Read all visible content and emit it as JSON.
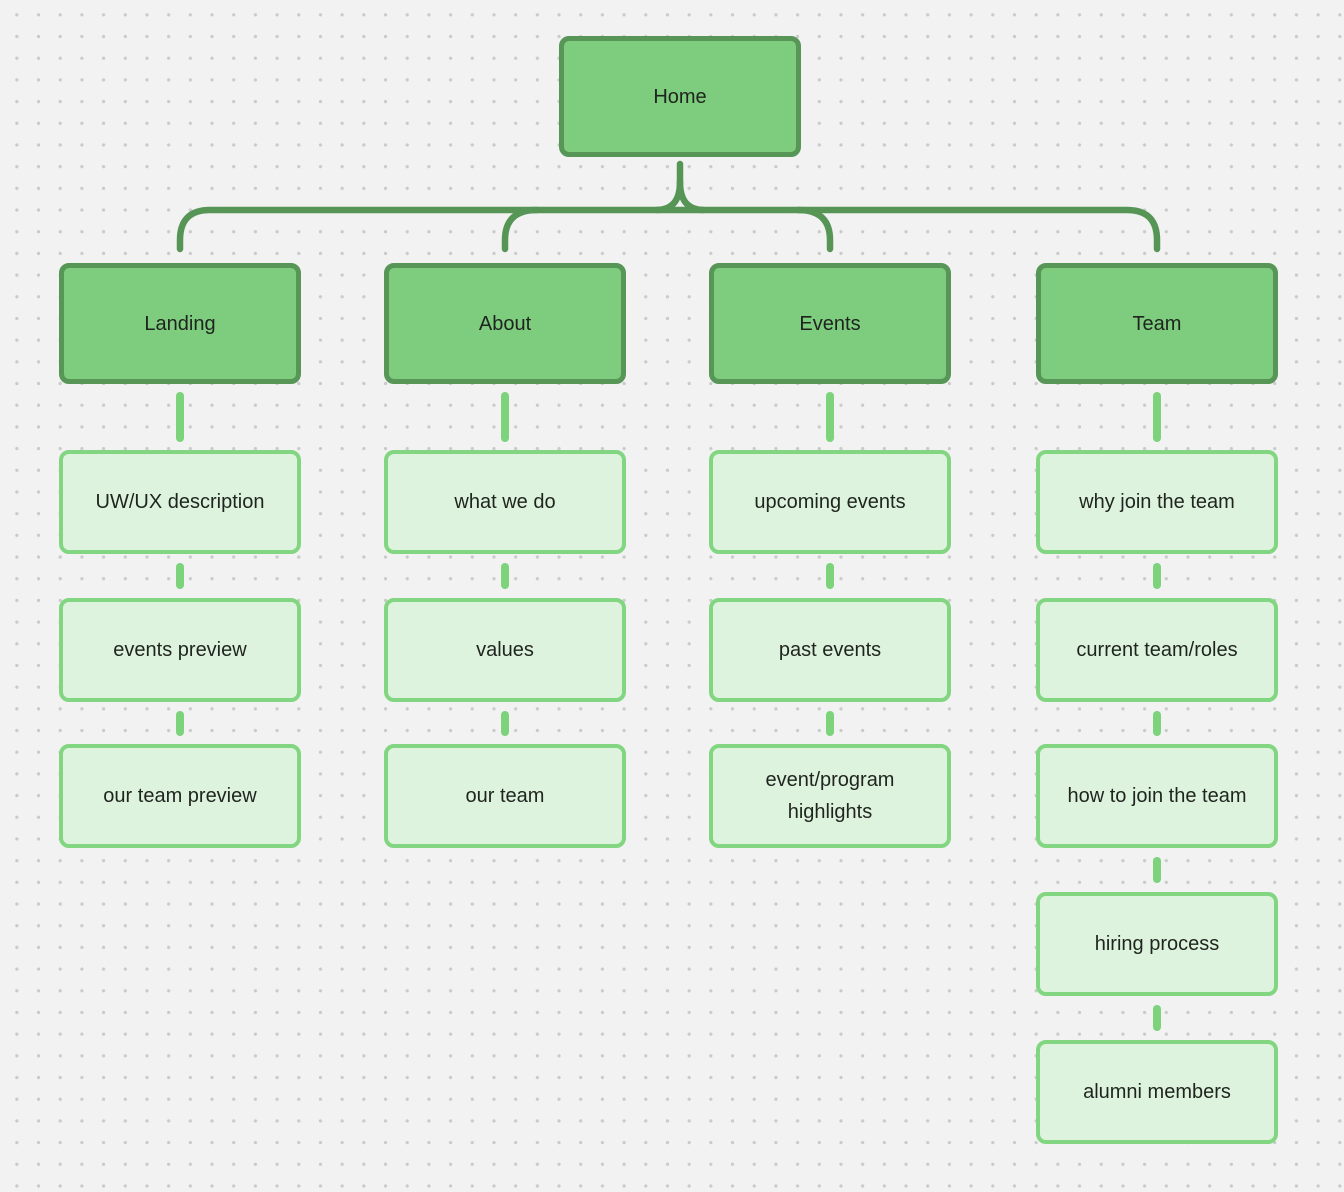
{
  "app": {
    "type": "sitemap-diagram"
  },
  "canvas": {
    "background_color": "#f1f2f1",
    "dot_color": "#c9cbc9"
  },
  "palette": {
    "parent_fill": "#7ecd7e",
    "parent_border": "#579657",
    "child_fill": "#def3de",
    "child_border": "#82d682",
    "connector_dark": "#569556",
    "connector_light": "#7cd37c",
    "text": "#1f241f"
  },
  "sitemap": {
    "root": {
      "label": "Home"
    },
    "sections": [
      {
        "label": "Landing",
        "children": [
          {
            "label": "UW/UX description"
          },
          {
            "label": "events preview"
          },
          {
            "label": "our team preview"
          }
        ]
      },
      {
        "label": "About",
        "children": [
          {
            "label": "what we do"
          },
          {
            "label": "values"
          },
          {
            "label": "our team"
          }
        ]
      },
      {
        "label": "Events",
        "children": [
          {
            "label": "upcoming events"
          },
          {
            "label": "past events"
          },
          {
            "label": "event/program highlights"
          }
        ]
      },
      {
        "label": "Team",
        "children": [
          {
            "label": "why join the team"
          },
          {
            "label": "current team/roles"
          },
          {
            "label": "how to join the team"
          },
          {
            "label": "hiring process"
          },
          {
            "label": "alumni members"
          }
        ]
      }
    ]
  }
}
